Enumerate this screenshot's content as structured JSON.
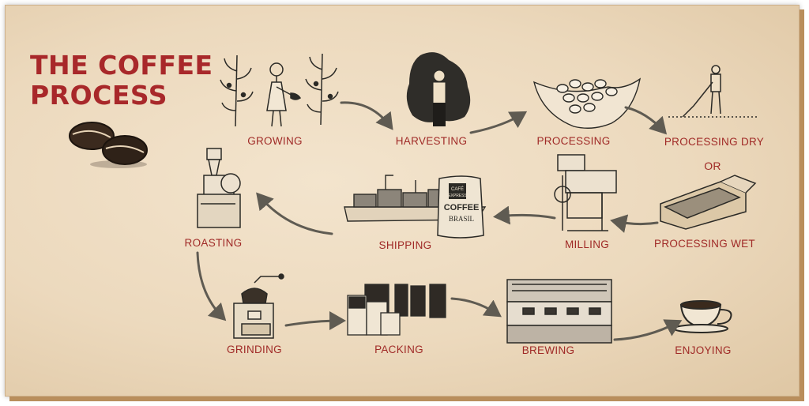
{
  "title": {
    "line1": "THE COFFEE",
    "line2": "PROCESS"
  },
  "colors": {
    "title": "#a8282a",
    "label": "#a02a27",
    "arrow": "#5f5b52",
    "paper": "#efe0c6"
  },
  "steps": [
    {
      "label": "GROWING",
      "icon": "coffee-plant-icon"
    },
    {
      "label": "HARVESTING",
      "icon": "harvester-icon"
    },
    {
      "label": "PROCESSING",
      "icon": "hands-with-beans-icon"
    },
    {
      "label": "PROCESSING DRY",
      "icon": "raking-beans-icon"
    },
    {
      "label": "OR"
    },
    {
      "label": "PROCESSING WET",
      "icon": "washing-channel-icon"
    },
    {
      "label": "MILLING",
      "icon": "milling-machine-icon"
    },
    {
      "label": "SHIPPING",
      "icon": "cargo-ship-icon"
    },
    {
      "label": "ROASTING",
      "icon": "roaster-icon"
    },
    {
      "label": "GRINDING",
      "icon": "grinder-icon"
    },
    {
      "label": "PACKING",
      "icon": "coffee-bags-icon"
    },
    {
      "label": "BREWING",
      "icon": "espresso-machine-icon"
    },
    {
      "label": "ENJOYING",
      "icon": "coffee-cup-icon"
    }
  ],
  "sack": {
    "brand_top": "CAFÉ",
    "brand_bottom": "EXPRESS",
    "word": "COFFEE",
    "origin": "BRASIL"
  }
}
